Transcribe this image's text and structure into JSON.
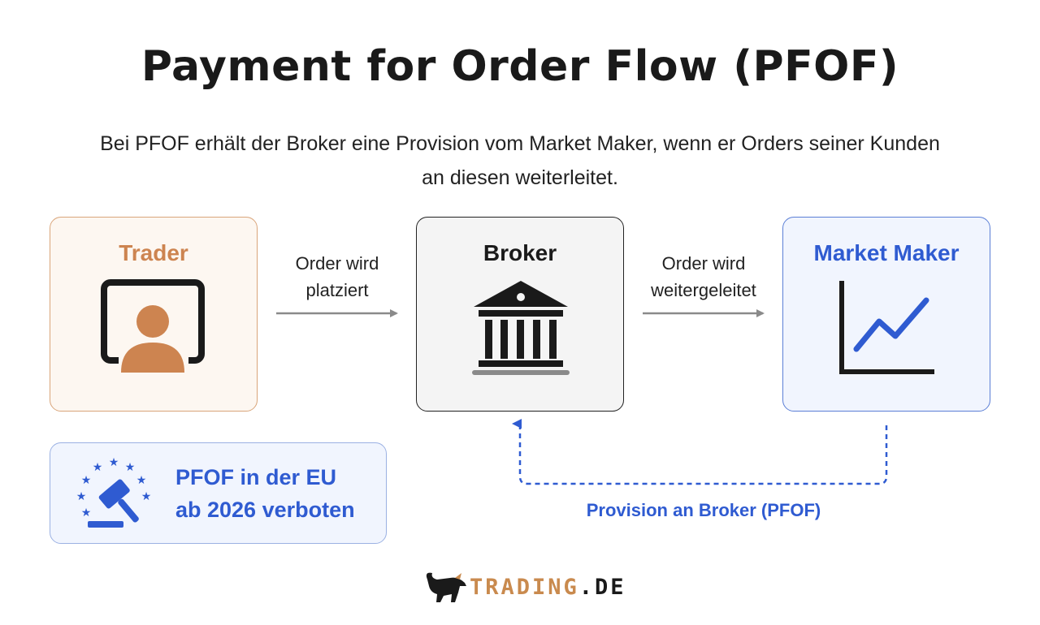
{
  "title": "Payment for Order Flow (PFOF)",
  "subtitle": "Bei PFOF erhält der Broker eine Provision vom Market Maker, wenn er Orders seiner Kunden an diesen weiterleitet.",
  "nodes": {
    "trader": "Trader",
    "broker": "Broker",
    "market_maker": "Market Maker"
  },
  "edges": {
    "trader_to_broker": [
      "Order wird",
      "platziert"
    ],
    "broker_to_mm": [
      "Order wird",
      "weitergeleitet"
    ],
    "mm_to_broker": "Provision an Broker (PFOF)"
  },
  "eu_notice": [
    "PFOF in der EU",
    "ab 2026 verboten"
  ],
  "logo": {
    "part1": "TRADING",
    "part2": ".DE"
  },
  "colors": {
    "trader": "#cd8450",
    "accent_blue": "#2f5bd1",
    "dark": "#1a1a1a"
  },
  "icons": {
    "trader": "person-monitor-icon",
    "broker": "bank-building-icon",
    "market_maker": "line-chart-icon",
    "eu_notice": "eu-stars-gavel-icon",
    "logo": "bull-icon"
  }
}
